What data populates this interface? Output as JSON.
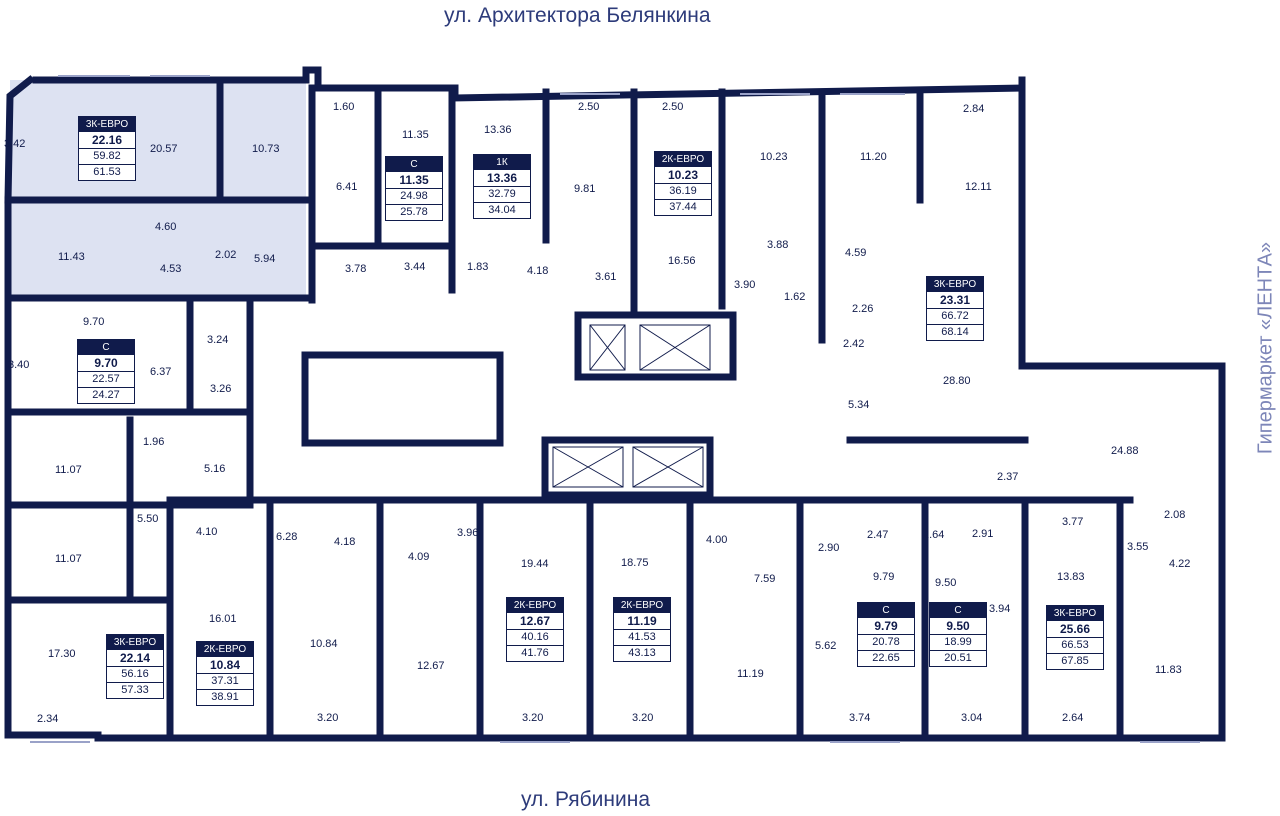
{
  "streets": {
    "top": "ул. Архитектора Белянкина",
    "bottom": "ул. Рябинина",
    "right": "Гипермаркет «ЛЕНТА»"
  },
  "colors": {
    "wall": "#101b4b",
    "highlight": "#dde2f2",
    "street_text": "#2d3b7a",
    "right_text": "#7d86b8"
  },
  "apartment_labels": [
    {
      "type": "3К-ЕВРО",
      "kitchen": "22.16",
      "living": "59.82",
      "total": "61.53"
    },
    {
      "type": "С",
      "kitchen": "11.35",
      "living": "24.98",
      "total": "25.78"
    },
    {
      "type": "1К",
      "kitchen": "13.36",
      "living": "32.79",
      "total": "34.04"
    },
    {
      "type": "2К-ЕВРО",
      "kitchen": "10.23",
      "living": "36.19",
      "total": "37.44"
    },
    {
      "type": "3К-ЕВРО",
      "kitchen": "23.31",
      "living": "66.72",
      "total": "68.14"
    },
    {
      "type": "С",
      "kitchen": "9.70",
      "living": "22.57",
      "total": "24.27"
    },
    {
      "type": "3К-ЕВРО",
      "kitchen": "22.14",
      "living": "56.16",
      "total": "57.33"
    },
    {
      "type": "2К-ЕВРО",
      "kitchen": "10.84",
      "living": "37.31",
      "total": "38.91"
    },
    {
      "type": "2К-ЕВРО",
      "kitchen": "12.67",
      "living": "40.16",
      "total": "41.76"
    },
    {
      "type": "2К-ЕВРО",
      "kitchen": "11.19",
      "living": "41.53",
      "total": "43.13"
    },
    {
      "type": "С",
      "kitchen": "9.79",
      "living": "20.78",
      "total": "22.65"
    },
    {
      "type": "С",
      "kitchen": "9.50",
      "living": "18.99",
      "total": "20.51"
    },
    {
      "type": "3К-ЕВРО",
      "kitchen": "25.66",
      "living": "66.53",
      "total": "67.85"
    }
  ],
  "room_areas": [
    "3.42",
    "20.57",
    "10.73",
    "1.60",
    "11.35",
    "13.36",
    "2.50",
    "2.50",
    "2.84",
    "6.41",
    "9.81",
    "10.23",
    "11.20",
    "12.11",
    "4.60",
    "11.43",
    "4.53",
    "2.02",
    "5.94",
    "3.78",
    "3.44",
    "1.83",
    "4.18",
    "3.61",
    "16.56",
    "3.88",
    "4.59",
    "3.90",
    "1.62",
    "2.26",
    "9.70",
    "3.24",
    "3.40",
    "6.37",
    "3.26",
    "2.42",
    "28.80",
    "5.34",
    "1.96",
    "11.07",
    "5.16",
    "24.88",
    "2.37",
    "5.50",
    "4.10",
    "6.28",
    "4.18",
    "4.09",
    "3.96",
    "19.44",
    "18.75",
    "4.00",
    "2.90",
    "2.47",
    "2.64",
    "2.91",
    "3.77",
    "2.08",
    "11.07",
    "3.55",
    "4.22",
    "7.59",
    "9.79",
    "9.50",
    "3.94",
    "13.83",
    "16.01",
    "17.30",
    "10.84",
    "12.67",
    "5.62",
    "11.19",
    "11.83",
    "2.34",
    "3.20",
    "3.20",
    "3.20",
    "3.74",
    "3.04",
    "2.64"
  ]
}
